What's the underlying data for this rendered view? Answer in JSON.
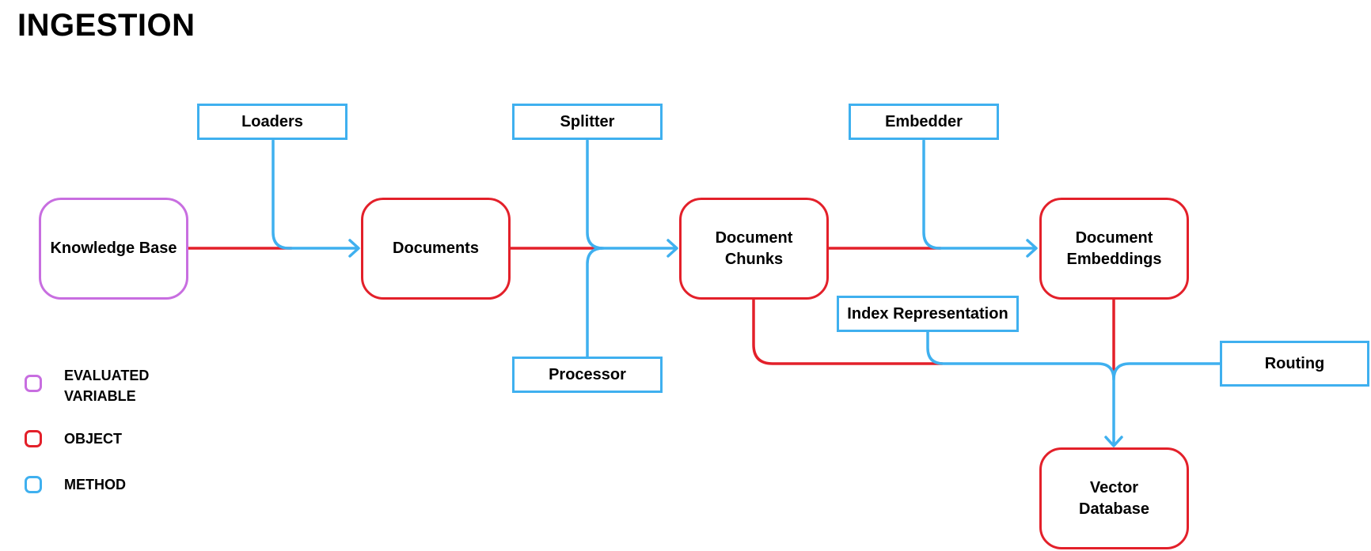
{
  "title": "INGESTION",
  "colors": {
    "variable": "#c86ee0",
    "object": "#e3202a",
    "method": "#3fb0ef"
  },
  "nodes": {
    "knowledge_base": {
      "label": "Knowledge Base",
      "kind": "evaluated-variable"
    },
    "documents": {
      "label": "Documents",
      "kind": "object"
    },
    "document_chunks": {
      "line1": "Document",
      "line2": "Chunks",
      "kind": "object"
    },
    "document_embeddings": {
      "line1": "Document",
      "line2": "Embeddings",
      "kind": "object"
    },
    "vector_database": {
      "line1": "Vector",
      "line2": "Database",
      "kind": "object"
    }
  },
  "methods": {
    "loaders": "Loaders",
    "splitter": "Splitter",
    "processor": "Processor",
    "embedder": "Embedder",
    "index_representation": "Index Representation",
    "routing": "Routing"
  },
  "legend": {
    "variable_line1": "EVALUATED",
    "variable_line2": "VARIABLE",
    "object": "OBJECT",
    "method": "METHOD"
  }
}
